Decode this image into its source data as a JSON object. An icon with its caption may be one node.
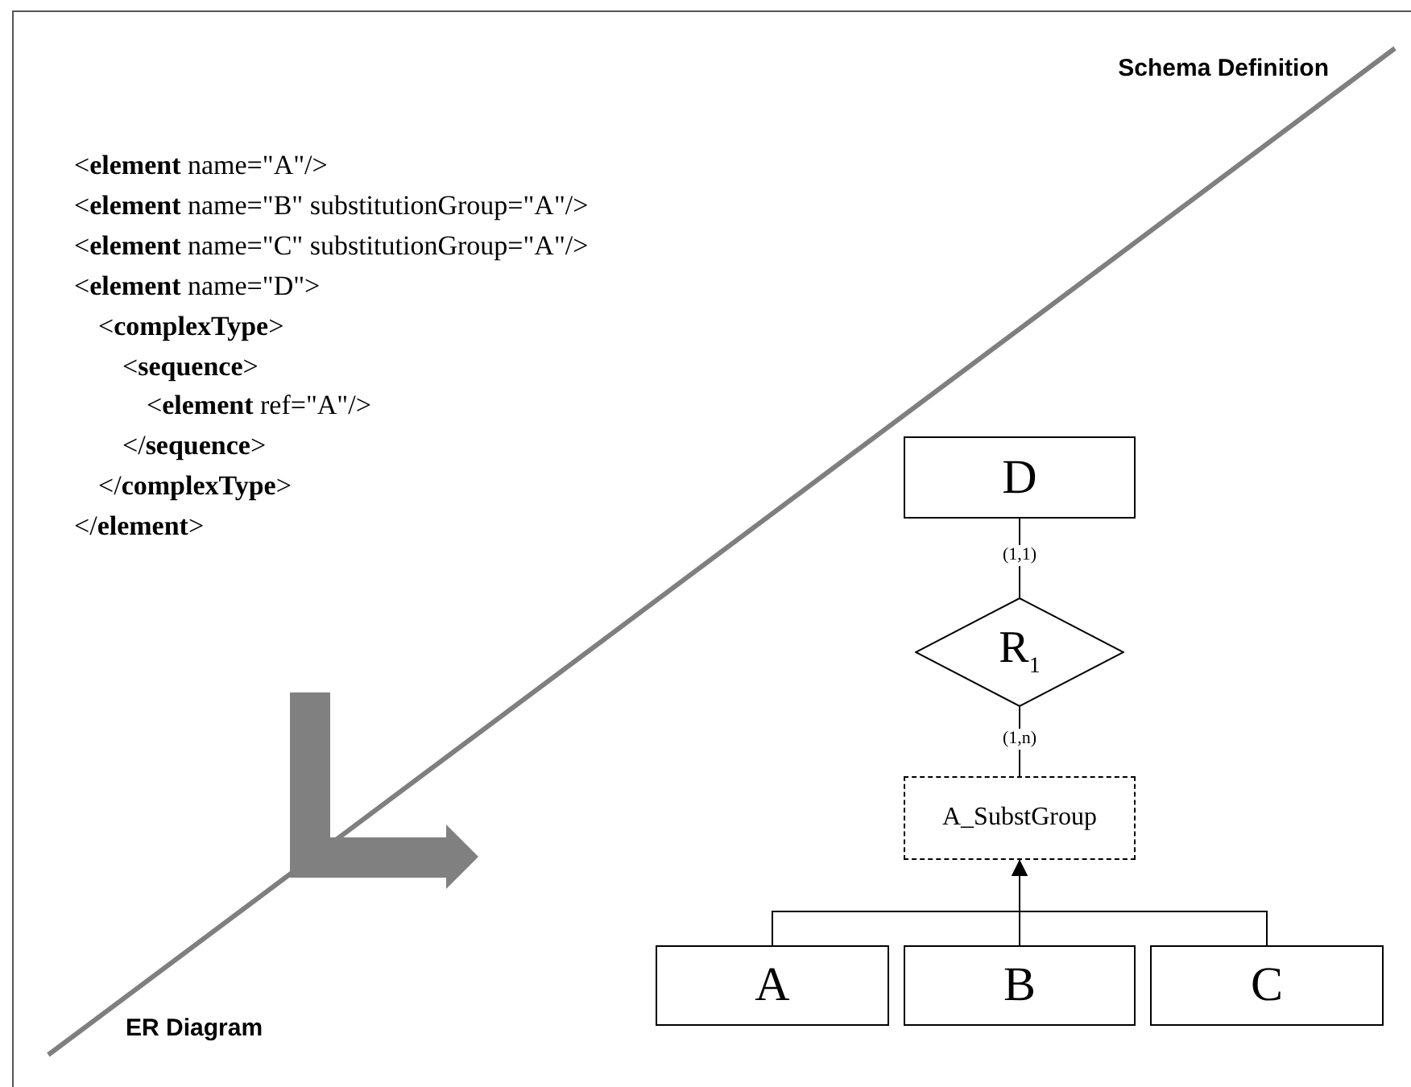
{
  "diagram": {
    "nodes": [
      {
        "text": [
          "D"
        ]
      },
      {
        "text": [
          "R$_{1}$"
        ]
      },
      {
        "text": [
          "A_SubstGroup"
        ]
      },
      {
        "text": [
          "A"
        ]
      },
      {
        "text": [
          "B"
        ]
      },
      {
        "text": [
          "C"
        ]
      }
    ],
    "edges": [
      {
        "from": 0,
        "to": 1,
        "arrow": "none",
        "label": "(1,1)"
      },
      {
        "from": 1,
        "to": 2,
        "arrow": "none",
        "label": "(1,n)"
      },
      {
        "from": 3,
        "to": 2,
        "arrow": "to"
      },
      {
        "from": 4,
        "to": 2,
        "arrow": "to"
      },
      {
        "from": 5,
        "to": 2,
        "arrow": "to"
      }
    ],
    "labels": [
      "Schema Definition",
      "<**element** name=\"A\"/>",
      "<**element** name=\"B\" substitutionGroup=\"A\"/>",
      "<**element** name=\"C\" substitutionGroup=\"A\"/>",
      "<**element** name=\"D\">",
      "<**complexType**>",
      "<**sequence**>",
      "<**element** ref=\"A\"/>",
      "</**sequence**>",
      "</**complexType**>",
      "</**element**>",
      "ER Diagram"
    ]
  }
}
